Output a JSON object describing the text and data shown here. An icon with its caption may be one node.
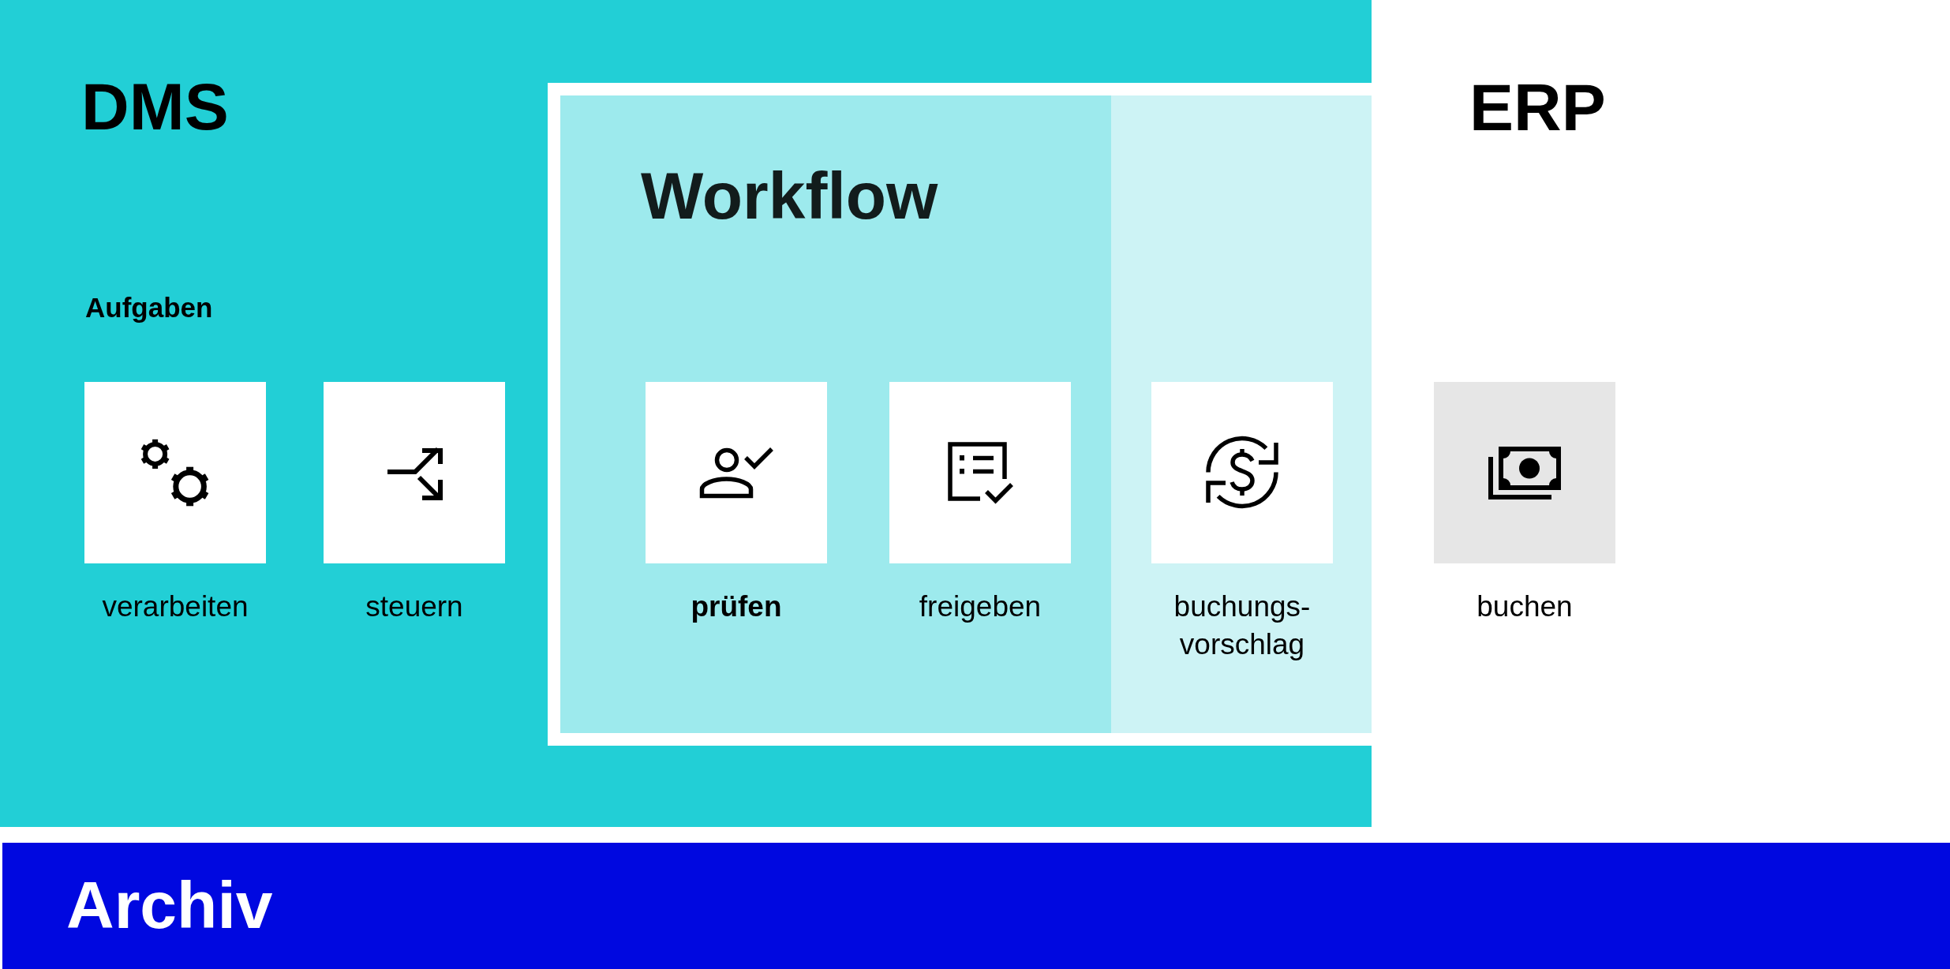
{
  "diagram": {
    "nodes": [
      {
        "text": [
          "DMS",
          "Aufgaben"
        ]
      },
      {
        "text": [
          "verarbeiten"
        ],
        "in": 0
      },
      {
        "text": [
          "steuern"
        ],
        "in": 0
      },
      {
        "text": [
          "Workflow"
        ],
        "in": 0
      },
      {
        "text": [
          "prüfen"
        ],
        "in": 3
      },
      {
        "text": [
          "freigeben"
        ],
        "in": 3
      },
      {
        "text": [],
        "shape": "box",
        "in": 3
      },
      {
        "text": [
          "buchungs- vorschlag"
        ],
        "in": 6
      },
      {
        "text": [
          "buchen"
        ]
      },
      {
        "text": [
          "Archiv"
        ]
      }
    ],
    "labels": [
      "ERP"
    ]
  }
}
